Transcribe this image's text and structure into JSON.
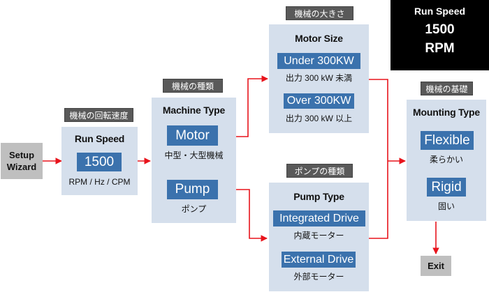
{
  "status": {
    "title": "Run Speed",
    "value": "1500",
    "unit": "RPM"
  },
  "setup_wizard": {
    "label_line1": "Setup",
    "label_line2": "Wizard"
  },
  "exit": {
    "label": "Exit"
  },
  "speed_panel": {
    "tag": "機械の回転速度",
    "title": "Run Speed",
    "value": "1500",
    "units": "RPM / Hz / CPM"
  },
  "machine_panel": {
    "tag": "機械の種類",
    "title": "Machine Type",
    "options": [
      {
        "label": "Motor",
        "sub": "中型・大型機械"
      },
      {
        "label": "Pump",
        "sub": "ポンプ"
      }
    ]
  },
  "size_panel": {
    "tag": "機械の大きさ",
    "title": "Motor Size",
    "options": [
      {
        "label": "Under 300KW",
        "sub": "出力 300 kW 未満"
      },
      {
        "label": "Over 300KW",
        "sub": "出力 300 kW 以上"
      }
    ]
  },
  "pump_panel": {
    "tag": "ポンプの種類",
    "title": "Pump Type",
    "options": [
      {
        "label": "Integrated Drive",
        "sub": "内蔵モーター"
      },
      {
        "label": "External Drive",
        "sub": "外部モーター"
      }
    ]
  },
  "mount_panel": {
    "tag": "機械の基礎",
    "title": "Mounting Type",
    "options": [
      {
        "label": "Flexible",
        "sub": "柔らかい"
      },
      {
        "label": "Rigid",
        "sub": "固い"
      }
    ]
  },
  "colors": {
    "panel": "#d5dfec",
    "button": "#3b72ad",
    "connector": "#e8141c",
    "tag": "#595959",
    "status_bg": "#000000"
  }
}
